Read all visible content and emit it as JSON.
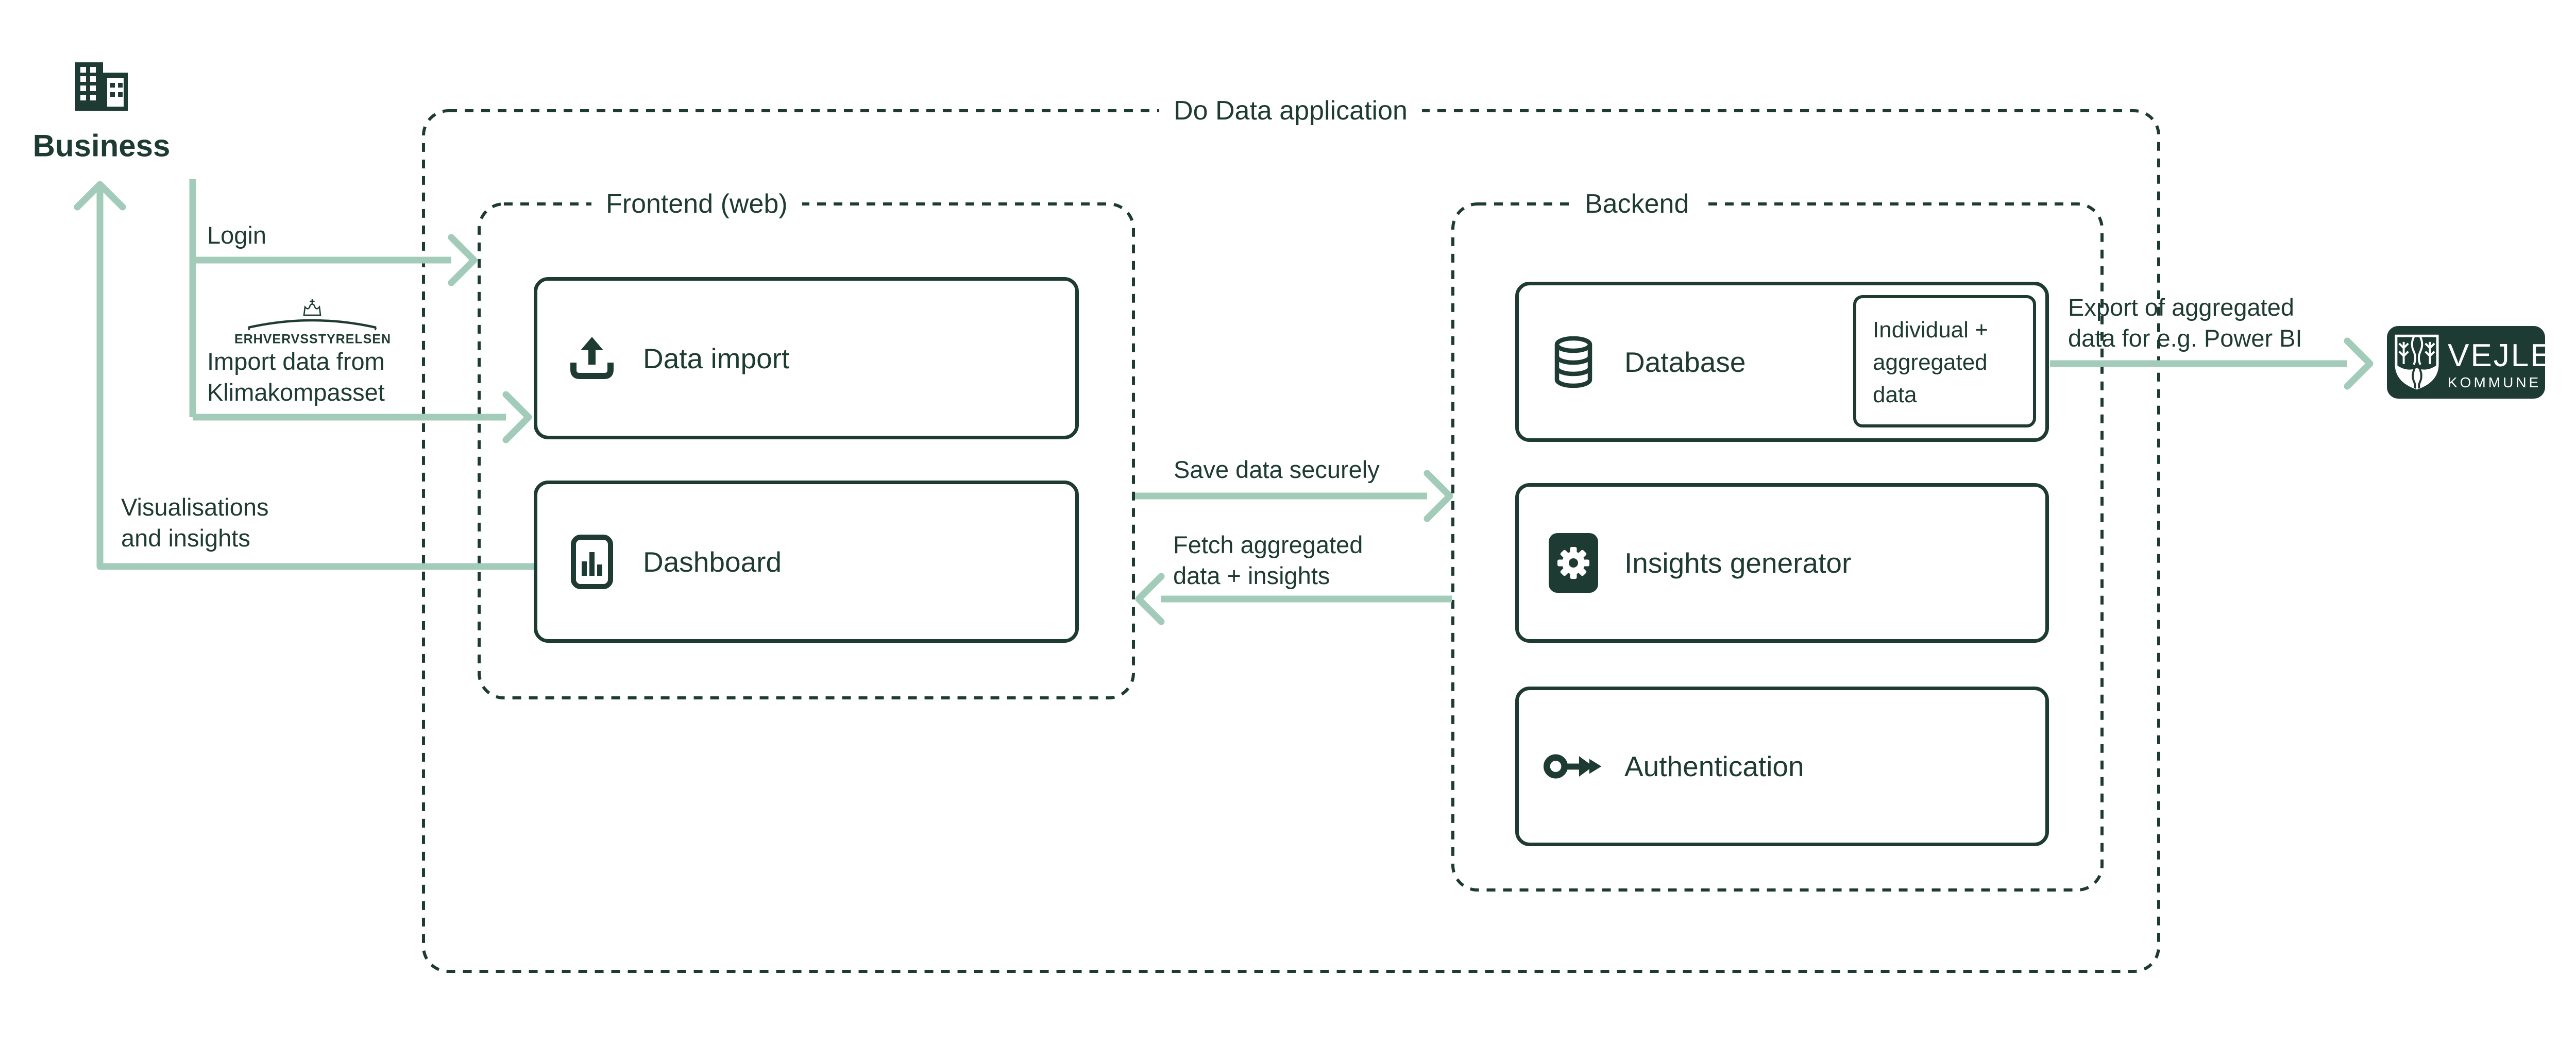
{
  "title": "Do Data application",
  "business": {
    "label": "Business",
    "icon": "building-icon"
  },
  "frontend": {
    "label": "Frontend (web)",
    "boxes": [
      {
        "label": "Data import",
        "icon": "upload-icon"
      },
      {
        "label": "Dashboard",
        "icon": "bar-chart-icon"
      }
    ]
  },
  "backend": {
    "label": "Backend",
    "boxes": [
      {
        "label": "Database",
        "icon": "database-icon",
        "note": [
          "Individual +",
          "aggregated",
          "data"
        ]
      },
      {
        "label": "Insights generator",
        "icon": "gear-icon"
      },
      {
        "label": "Authentication",
        "icon": "key-icon"
      }
    ]
  },
  "arrows": {
    "login": "Login",
    "import": [
      "Import data from",
      "Klimakompasset"
    ],
    "visualisations": [
      "Visualisations",
      "and insights"
    ],
    "save": "Save data securely",
    "fetch": [
      "Fetch aggregated",
      "data + insights"
    ],
    "export": [
      "Export of aggregated",
      "data for e.g. Power BI"
    ]
  },
  "logos": {
    "erhvervsstyrelsen": "ERHVERVSSTYRELSEN",
    "vejle": [
      "VEJLE",
      "KOMMUNE"
    ]
  },
  "colors": {
    "dark": "#1e3b33",
    "accent": "#a3cbba"
  }
}
